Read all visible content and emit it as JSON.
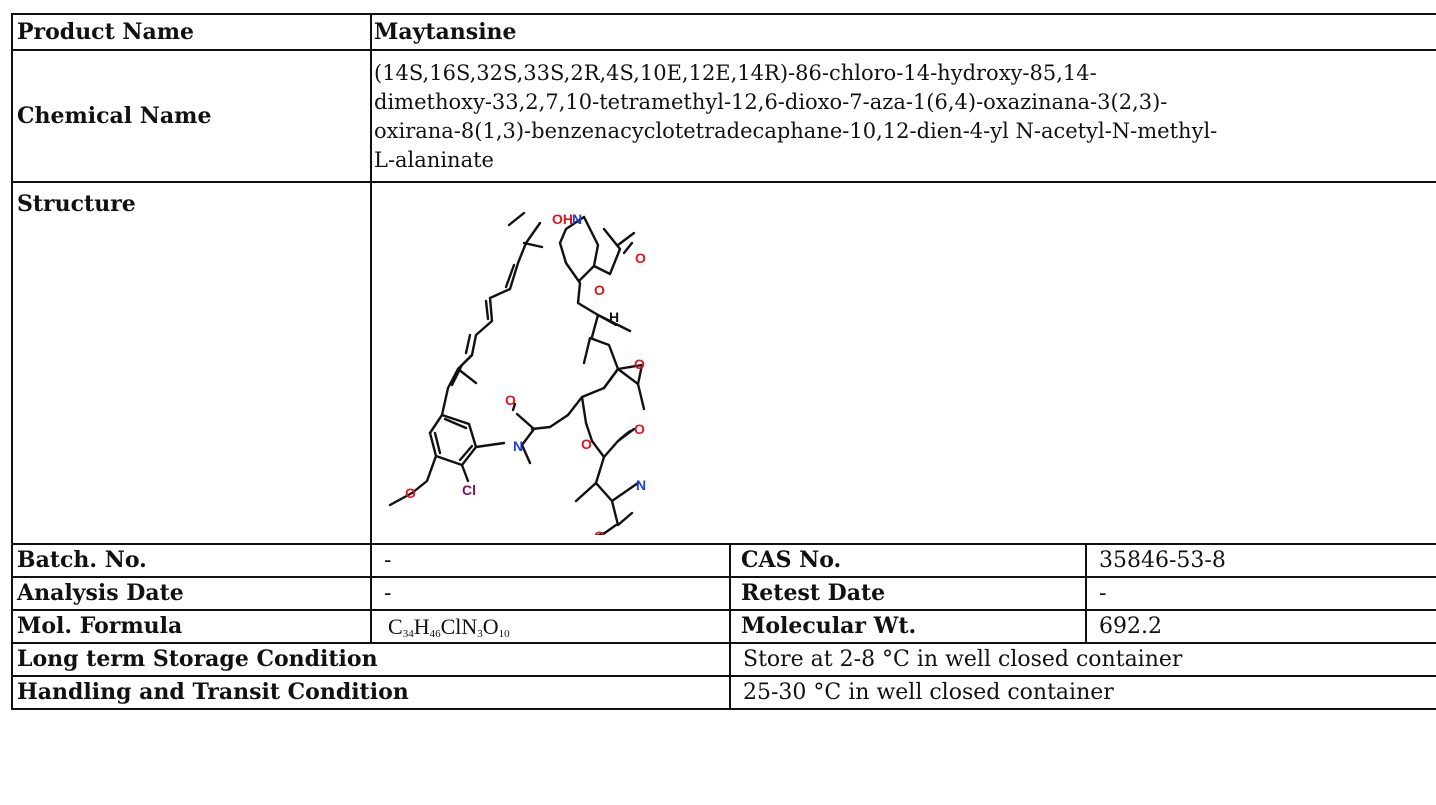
{
  "product": {
    "label": "Product Name",
    "value": "Maytansine"
  },
  "chemical": {
    "label": "Chemical Name",
    "lines": [
      "(14S,16S,32S,33S,2R,4S,10E,12E,14R)-86-chloro-14-hydroxy-85,14-",
      "dimethoxy-33,2,7,10-tetramethyl-12,6-dioxo-7-aza-1(6,4)-oxazinana-3(2,3)-",
      "oxirana-8(1,3)-benzenacyclotetradecaphane-10,12-dien-4-yl N-acetyl-N-methyl-",
      "L-alaninate"
    ]
  },
  "structure": {
    "label": "Structure",
    "atoms": {
      "oh": "OH",
      "nh": "N",
      "h": "H",
      "o": "O",
      "cl": "Cl",
      "n": "N"
    }
  },
  "batch": {
    "label": "Batch. No.",
    "value": "-"
  },
  "cas": {
    "label": "CAS No.",
    "value": "35846-53-8"
  },
  "analysis": {
    "label": "Analysis Date",
    "value": "-"
  },
  "retest": {
    "label": "Retest Date",
    "value": "-"
  },
  "formula": {
    "label": "Mol. Formula",
    "parts": [
      "C",
      "34",
      "H",
      "46",
      "ClN",
      "3",
      "O",
      "10"
    ]
  },
  "molwt": {
    "label": "Molecular Wt.",
    "value": "692.2"
  },
  "storage": {
    "label": "Long term Storage Condition",
    "value": "Store at 2-8 °C in well closed container"
  },
  "handling": {
    "label": "Handling and Transit Condition",
    "value": "25-30 °C in well closed container"
  },
  "colors": {
    "oxygen": "#e0141e",
    "nitrogen": "#1a3fd6",
    "chlorine": "#7a0e6a",
    "bond": "#111111"
  }
}
